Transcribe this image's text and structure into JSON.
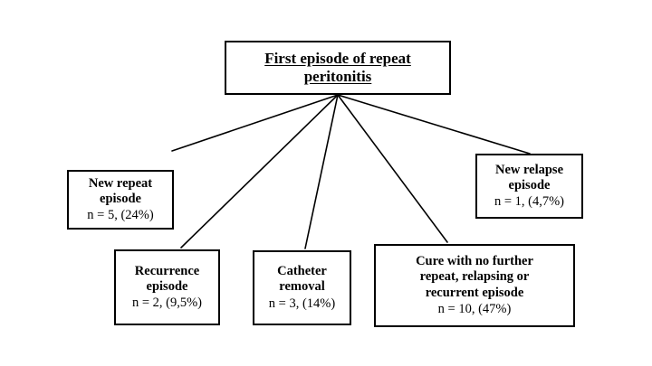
{
  "figure": {
    "title": "First episode of repeat peritonitis flow diagram",
    "type": "flow-diagram",
    "background_color": "#ffffff",
    "line_color": "#000000",
    "border_color": "#000000"
  },
  "root": {
    "label": "First episode of repeat peritonitis",
    "line1": "First episode of repeat",
    "line2": "peritonitis"
  },
  "nodes": [
    {
      "id": "new-repeat-episode",
      "line1": "New repeat",
      "line2": "episode",
      "count": "n = 5, (24%)",
      "n": 5,
      "percent": "24%"
    },
    {
      "id": "recurrence-episode",
      "line1": "Recurrence",
      "line2": "episode",
      "count": "n = 2, (9,5%)",
      "n": 2,
      "percent": "9,5%"
    },
    {
      "id": "catheter-removal",
      "line1": "Catheter",
      "line2": "removal",
      "count": "n = 3, (14%)",
      "n": 3,
      "percent": "14%"
    },
    {
      "id": "cure-no-further",
      "line1": "Cure with no further",
      "line2": "repeat, relapsing or",
      "line3": "recurrent episode",
      "count": "n = 10, (47%)",
      "n": 10,
      "percent": "47%"
    },
    {
      "id": "new-relapse-episode",
      "line1": "New relapse",
      "line2": "episode",
      "count": "n = 1, (4,7%)",
      "n": 1,
      "percent": "4,7%"
    }
  ]
}
